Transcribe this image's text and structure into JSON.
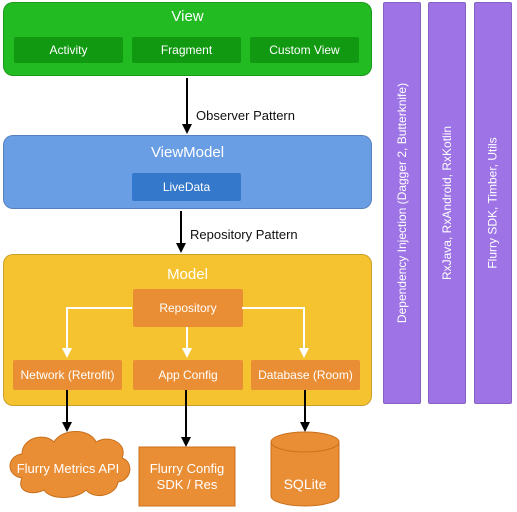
{
  "view": {
    "title": "View",
    "components": [
      "Activity",
      "Fragment",
      "Custom View"
    ]
  },
  "viewmodel": {
    "title": "ViewModel",
    "component": "LiveData"
  },
  "model": {
    "title": "Model",
    "repository": "Repository",
    "sources": [
      "Network (Retrofit)",
      "App Config",
      "Database (Room)"
    ]
  },
  "patterns": {
    "view_to_viewmodel": "Observer Pattern",
    "viewmodel_to_model": "Repository Pattern"
  },
  "external": {
    "network": "Flurry Metrics API",
    "config": "Flurry Config SDK / Res",
    "database": "SQLite"
  },
  "side_bars": [
    "Dependency Injection (Dagger 2, Butterknife)",
    "RxJava, RxAndroid, RxKotlin",
    "Flurry SDK, Timber, Utils"
  ],
  "colors": {
    "view_fill": "#22bb22",
    "view_chip": "#129912",
    "viewmodel_fill": "#6a9ee4",
    "viewmodel_chip": "#3478cc",
    "model_fill": "#f5c230",
    "model_chip": "#ea8e35",
    "side_bar": "#9d73e6",
    "arrow": "#000000",
    "inner_arrow": "#ffffff"
  }
}
